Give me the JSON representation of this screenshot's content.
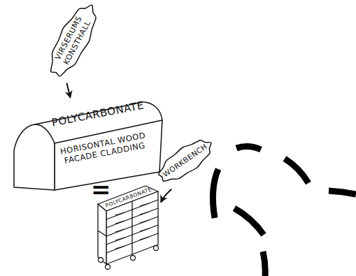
{
  "diagram": {
    "nodes": [
      {
        "text": [
          "VIRSERUMS KONSTHALL"
        ]
      },
      {
        "text": [
          "POLYCARBONATE",
          "HORISONTAL WOOD FACADE CLADDING"
        ]
      },
      {
        "text": [
          "WORKBENCH"
        ]
      },
      {
        "text": [
          "POLYCARBONATE"
        ]
      }
    ],
    "edges": [
      {
        "from": 0,
        "to": 1,
        "arrow": "to"
      },
      {
        "from": 2,
        "to": 3,
        "arrow": "to"
      }
    ],
    "labels": [
      "="
    ]
  }
}
